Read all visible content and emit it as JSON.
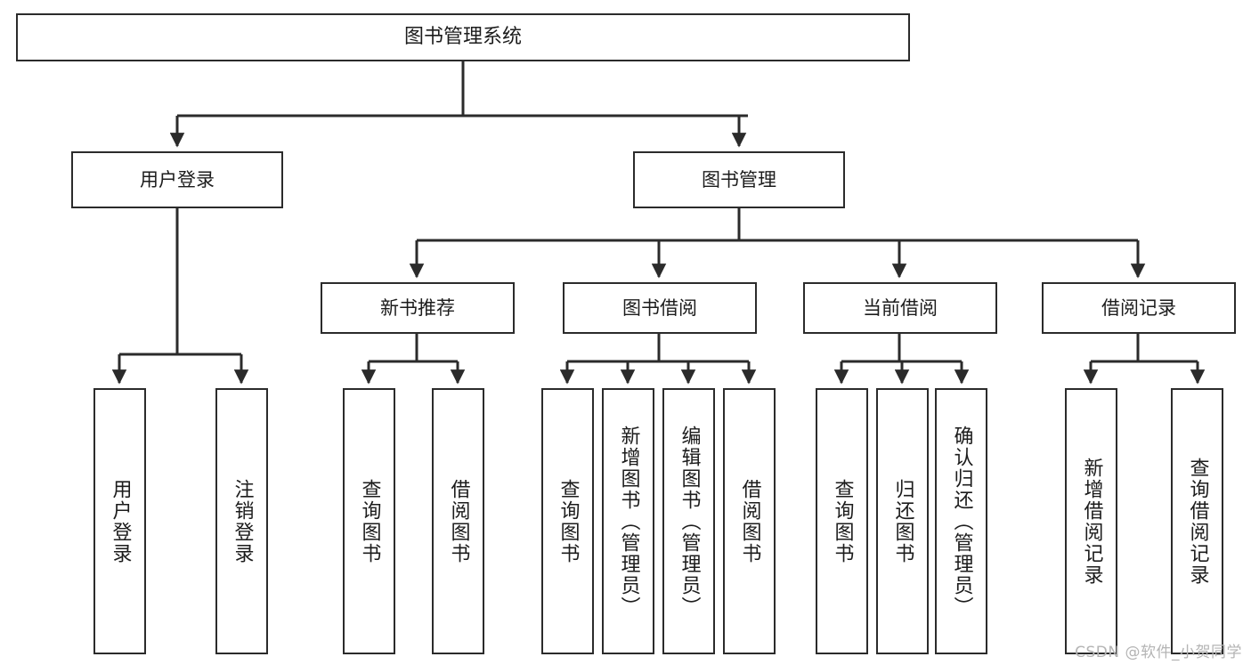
{
  "diagram": {
    "title": "图书管理系统",
    "type": "hierarchy-tree",
    "watermark": "CSDN @软件_小贺同学",
    "colors": {
      "box_border": "#2b2b2b",
      "box_fill": "#ffffff",
      "edge": "#2b2b2b",
      "text": "#1c1c1c",
      "watermark": "#b4b4b4",
      "background": "#ffffff"
    },
    "nodes": {
      "root": {
        "label": "图书管理系统"
      },
      "level2": [
        {
          "label": "用户登录"
        },
        {
          "label": "图书管理"
        }
      ],
      "level3": [
        {
          "label": "新书推荐"
        },
        {
          "label": "图书借阅"
        },
        {
          "label": "当前借阅"
        },
        {
          "label": "借阅记录"
        }
      ],
      "leaves_user_login": [
        {
          "label": "用户登录"
        },
        {
          "label": "注销登录"
        }
      ],
      "leaves_new_books": [
        {
          "label": "查询图书"
        },
        {
          "label": "借阅图书"
        }
      ],
      "leaves_borrow": [
        {
          "label": "查询图书"
        },
        {
          "label": "新增图书（管理员）"
        },
        {
          "label": "编辑图书（管理员）"
        },
        {
          "label": "借阅图书"
        }
      ],
      "leaves_current": [
        {
          "label": "查询图书"
        },
        {
          "label": "归还图书"
        },
        {
          "label": "确认归还（管理员）"
        }
      ],
      "leaves_records": [
        {
          "label": "新增借阅记录"
        },
        {
          "label": "查询借阅记录"
        }
      ]
    }
  }
}
